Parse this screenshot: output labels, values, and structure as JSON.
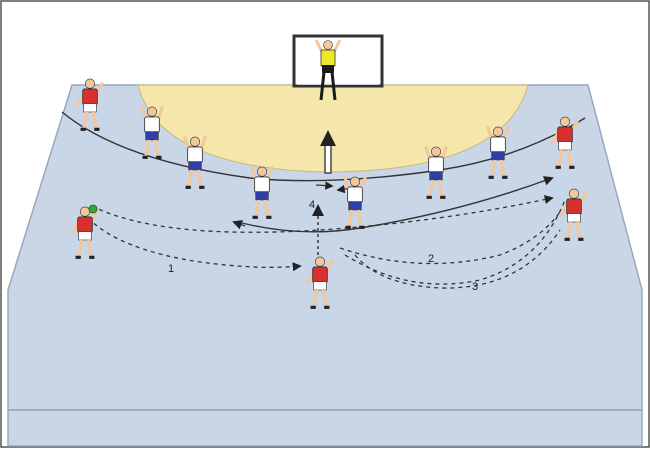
{
  "colors": {
    "court": "#c9d6e8",
    "court_edge": "#9aa8bb",
    "zone": "#f5e6ab",
    "frame": "#555555",
    "attacker_shirt": "#d8302e",
    "attacker_shorts": "#ffffff",
    "defender_shirt": "#ffffff",
    "defender_shorts": "#2f3fa8",
    "goalkeeper_shirt": "#f0e82a",
    "goalkeeper_shorts": "#1a1a1a",
    "skin": "#f2c79a",
    "ball": "#3aa33a",
    "line": "#333333"
  },
  "diagram": {
    "labels": {
      "pass_1": "1",
      "pass_2": "2",
      "pass_3": "3",
      "move_4": "4"
    }
  }
}
